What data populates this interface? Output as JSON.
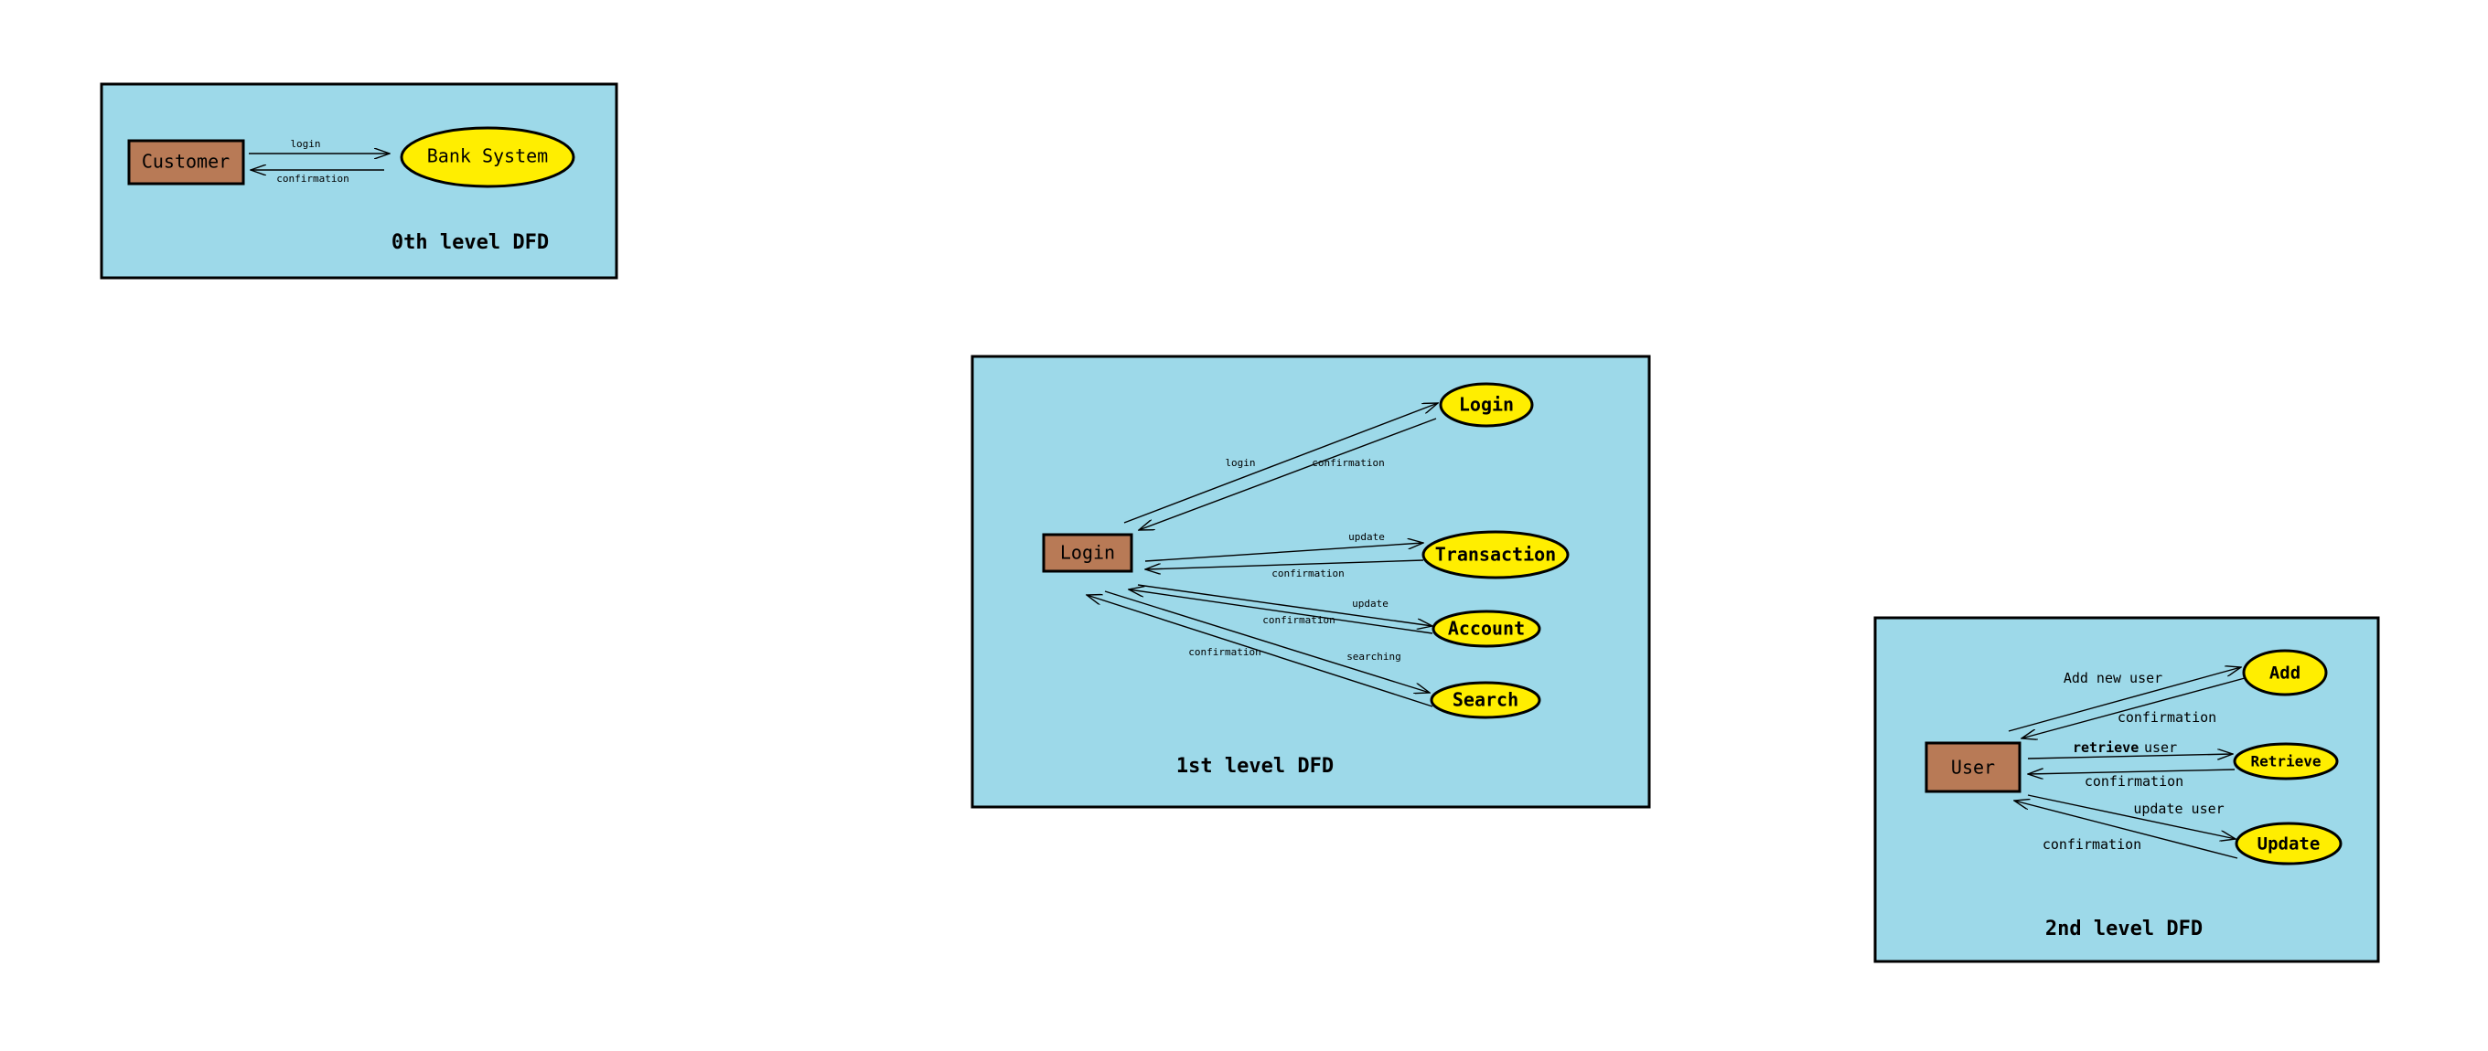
{
  "colors": {
    "background": "#ffffff",
    "panel": "#9dd9e9",
    "entity": "#b87a56",
    "process": "#ffee00",
    "line": "#000000"
  },
  "level0": {
    "caption": "0th level DFD",
    "entity": "Customer",
    "process": "Bank System",
    "flows": {
      "login": "login",
      "confirmation": "confirmation"
    }
  },
  "level1": {
    "caption": "1st level DFD",
    "entity": "Login",
    "processes": {
      "login": "Login",
      "transaction": "Transaction",
      "account": "Account",
      "search": "Search"
    },
    "flows": {
      "login": "login",
      "login_confirmation": "confirmation",
      "transaction_update": "update",
      "transaction_confirmation": "confirmation",
      "account_update": "update",
      "account_confirmation": "confirmation",
      "search_searching": "searching",
      "search_confirmation": "confirmation"
    }
  },
  "level2": {
    "caption": "2nd level DFD",
    "entity": "User",
    "processes": {
      "add": "Add",
      "retrieve": "Retrieve",
      "update": "Update"
    },
    "flows": {
      "add_new_user": "Add new user",
      "add_confirmation": "confirmation",
      "retrieve_word": "retrieve",
      "retrieve_user": "user",
      "retrieve_confirmation": "confirmation",
      "update_user": "update user",
      "update_confirmation": "confirmation"
    }
  }
}
